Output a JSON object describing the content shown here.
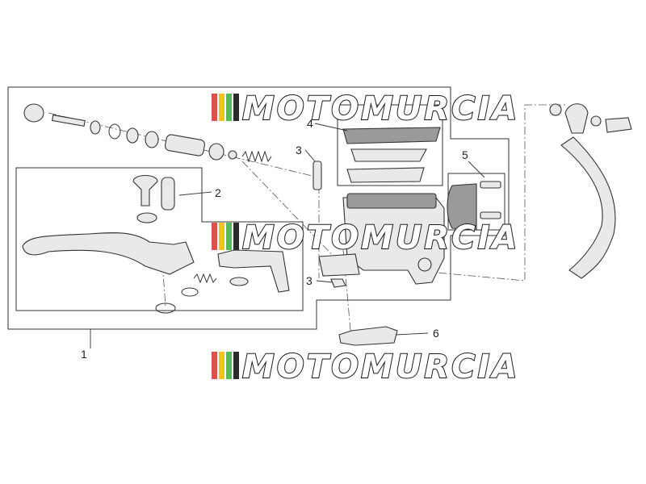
{
  "watermark": {
    "text": "MOTOMURCIA",
    "stripe_colors": [
      "#d9534f",
      "#f0c419",
      "#5cb85c",
      "#2b2b2b"
    ]
  },
  "callouts": {
    "c1": "1",
    "c2": "2",
    "c3a": "3",
    "c3b": "3",
    "c4": "4",
    "c5": "5",
    "c6": "6"
  },
  "colors": {
    "line": "#333333",
    "part_fill": "#e9e9e9",
    "part_dark": "#9a9a9a"
  }
}
